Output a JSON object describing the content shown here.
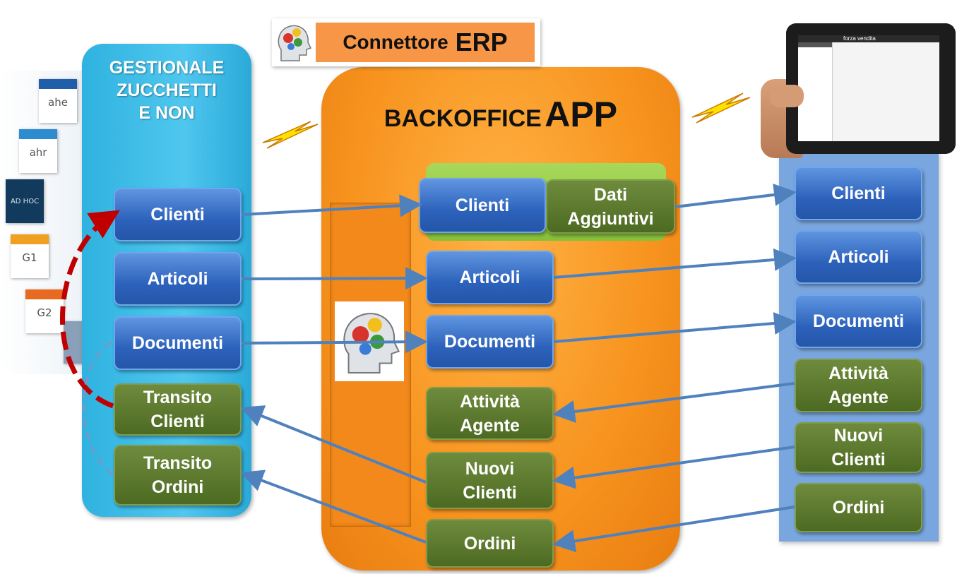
{
  "connector": {
    "prefix": "Connettore",
    "name": "ERP"
  },
  "left_panel": {
    "title_lines": [
      "GESTIONALE",
      "ZUCCHETTI",
      "E NON"
    ],
    "boxes": [
      "Clienti",
      "Articoli",
      "Documenti",
      "Transito\nClienti",
      "Transito\nOrdini"
    ]
  },
  "mid_panel": {
    "title_prefix": "BACKOFFICE",
    "title_main": "APP",
    "boxes": [
      "Clienti",
      "Dati\nAggiuntivi",
      "Articoli",
      "Documenti",
      "Attività\nAgente",
      "Nuovi\nClienti",
      "Ordini"
    ]
  },
  "right_panel": {
    "boxes": [
      "Clienti",
      "Articoli",
      "Documenti",
      "Attività\nAgente",
      "Nuovi\nClienti",
      "Ordini"
    ]
  },
  "logos": [
    "ahe",
    "ahr",
    "AD HOC",
    "G1",
    "G2"
  ],
  "tablet": {
    "app_name": "forza vendita"
  },
  "colors": {
    "blue_box": "#2d62bc",
    "green_box": "#4d6a22",
    "left_panel": "#4fc7ef",
    "mid_panel": "#f7931e",
    "right_panel": "#79a6de",
    "arrow": "#4f81bd",
    "sync_arrow": "#c00000"
  }
}
